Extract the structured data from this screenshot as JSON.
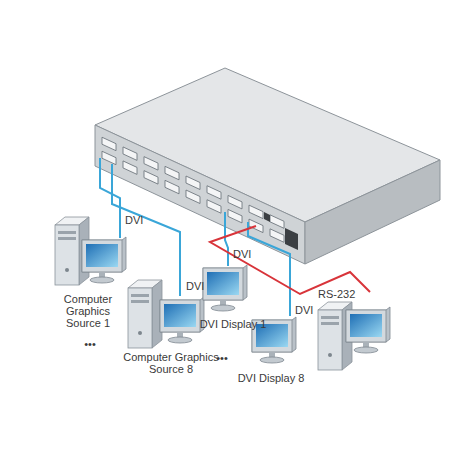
{
  "diagram": {
    "labels": [
      "Computer Graphics Source 1",
      "Computer Graphics Source 8",
      "DVI Display 1",
      "DVI Display 8",
      "DVI",
      "DVI",
      "DVI",
      "DVI",
      "RS-232",
      "•••",
      "•••"
    ]
  }
}
